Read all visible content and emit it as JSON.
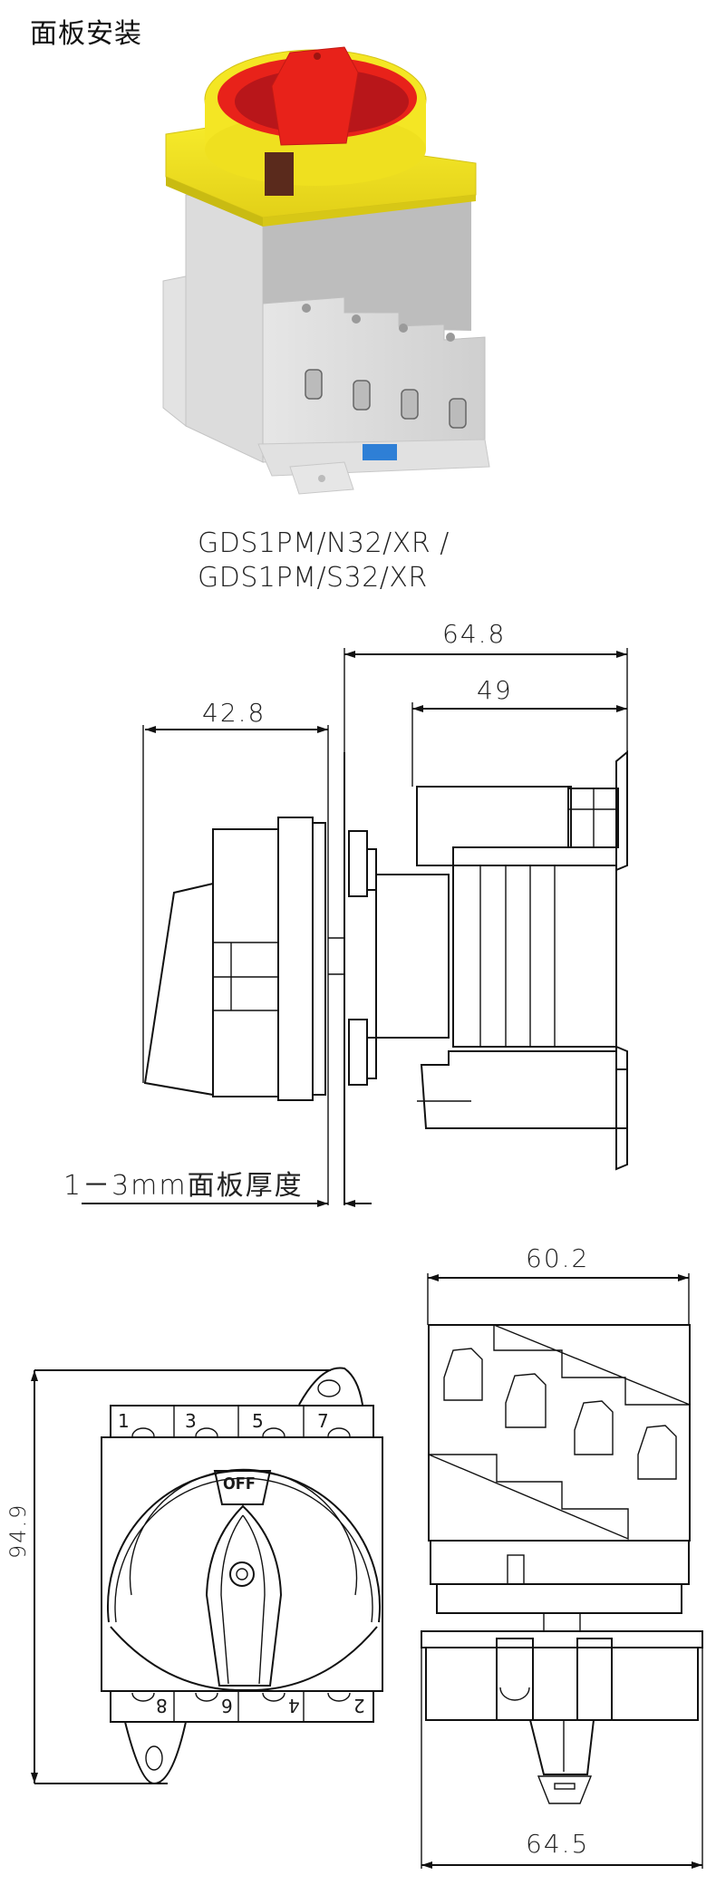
{
  "header": {
    "title": "面板安装"
  },
  "product": {
    "image_icon": "rotary-switch-3d-render",
    "model_line_1": "GDS1PM/N32/XR  /",
    "model_line_2": "GDS1PM/S32/XR",
    "colors": {
      "collar": "#f2e41c",
      "handle": "#e8221a",
      "body": "#d9d9d9",
      "clip": "#2e7fd6"
    }
  },
  "side_view": {
    "dimensions": {
      "overall_depth": "64.8",
      "body_depth": "49",
      "front_depth": "42.8"
    },
    "panel_thickness_label": "1－3mm面板厚度"
  },
  "front_view": {
    "height_dim": "94.9",
    "handle_label": "OFF",
    "top_terminals": [
      "1",
      "3",
      "5",
      "7"
    ],
    "bottom_terminals": [
      "8",
      "6",
      "4",
      "2"
    ]
  },
  "top_view": {
    "width_dim": "60.2"
  },
  "bottom_view": {
    "width_dim": "64.5"
  }
}
